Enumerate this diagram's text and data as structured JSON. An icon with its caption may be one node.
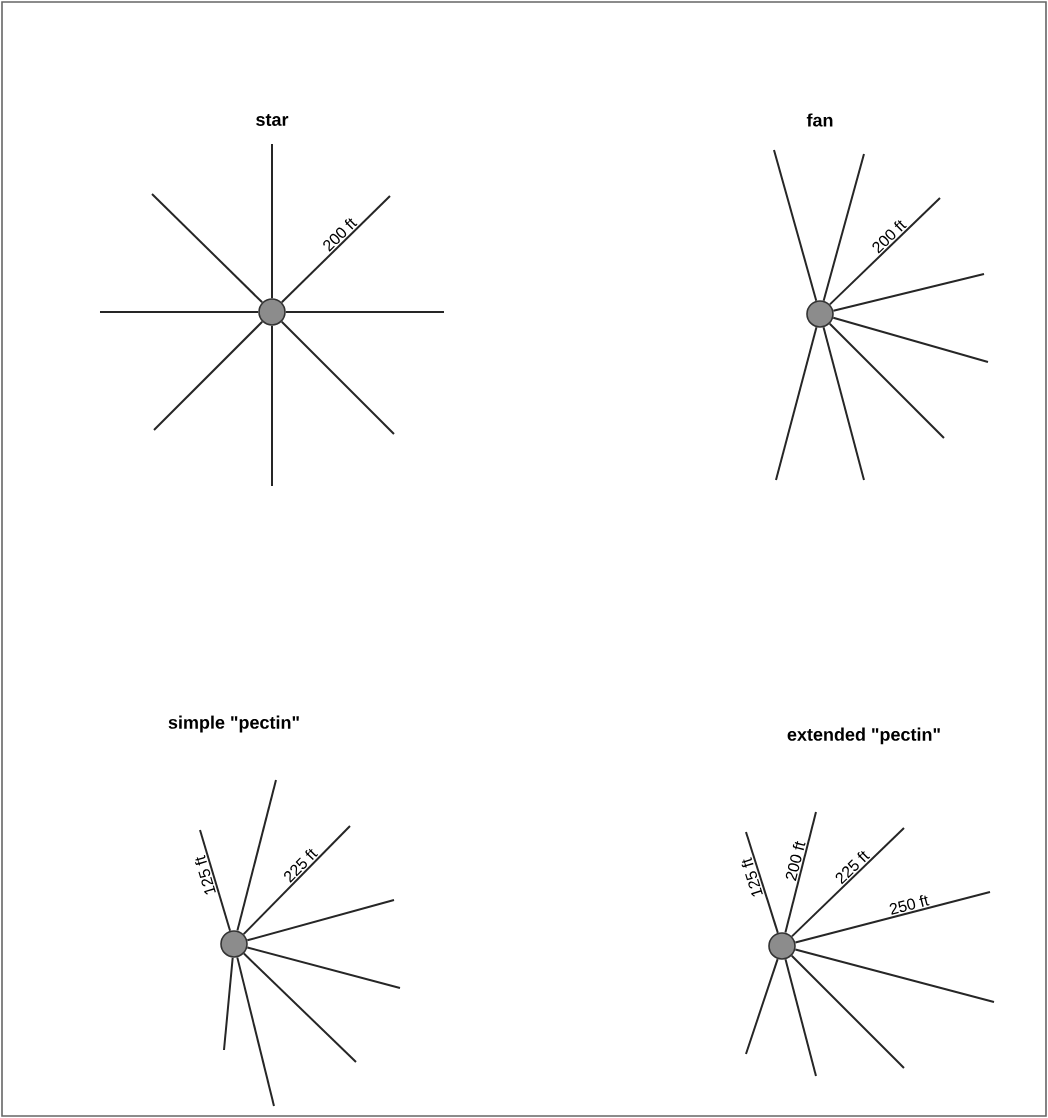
{
  "diagram": {
    "nodes": [
      {
        "text": [],
        "shape": "circle"
      },
      {
        "text": [],
        "shape": "circle"
      },
      {
        "text": [],
        "shape": "circle"
      },
      {
        "text": [],
        "shape": "circle"
      }
    ],
    "edges": [
      {
        "from": 0,
        "to": null,
        "arrow": "none"
      },
      {
        "from": 0,
        "to": null,
        "arrow": "none",
        "label": "200 ft"
      },
      {
        "from": 0,
        "to": null,
        "arrow": "none"
      },
      {
        "from": 0,
        "to": null,
        "arrow": "none"
      },
      {
        "from": 0,
        "to": null,
        "arrow": "none"
      },
      {
        "from": 0,
        "to": null,
        "arrow": "none"
      },
      {
        "from": 0,
        "to": null,
        "arrow": "none"
      },
      {
        "from": 0,
        "to": null,
        "arrow": "none"
      },
      {
        "from": 1,
        "to": null,
        "arrow": "none"
      },
      {
        "from": 1,
        "to": null,
        "arrow": "none"
      },
      {
        "from": 1,
        "to": null,
        "arrow": "none",
        "label": "200 ft"
      },
      {
        "from": 1,
        "to": null,
        "arrow": "none"
      },
      {
        "from": 1,
        "to": null,
        "arrow": "none"
      },
      {
        "from": 1,
        "to": null,
        "arrow": "none"
      },
      {
        "from": 1,
        "to": null,
        "arrow": "none"
      },
      {
        "from": 1,
        "to": null,
        "arrow": "none"
      },
      {
        "from": 2,
        "to": null,
        "arrow": "none",
        "label": "125 ft"
      },
      {
        "from": 2,
        "to": null,
        "arrow": "none"
      },
      {
        "from": 2,
        "to": null,
        "arrow": "none",
        "label": "225 ft"
      },
      {
        "from": 2,
        "to": null,
        "arrow": "none"
      },
      {
        "from": 2,
        "to": null,
        "arrow": "none"
      },
      {
        "from": 2,
        "to": null,
        "arrow": "none"
      },
      {
        "from": 2,
        "to": null,
        "arrow": "none"
      },
      {
        "from": 2,
        "to": null,
        "arrow": "none"
      },
      {
        "from": 3,
        "to": null,
        "arrow": "none",
        "label": "125 ft"
      },
      {
        "from": 3,
        "to": null,
        "arrow": "none",
        "label": "200 ft"
      },
      {
        "from": 3,
        "to": null,
        "arrow": "none",
        "label": "225 ft"
      },
      {
        "from": 3,
        "to": null,
        "arrow": "none",
        "label": "250 ft"
      },
      {
        "from": 3,
        "to": null,
        "arrow": "none"
      },
      {
        "from": 3,
        "to": null,
        "arrow": "none"
      },
      {
        "from": 3,
        "to": null,
        "arrow": "none"
      },
      {
        "from": 3,
        "to": null,
        "arrow": "none"
      }
    ],
    "labels": [
      "star",
      "fan",
      "simple \"pectin\"",
      "extended \"pectin\""
    ]
  }
}
